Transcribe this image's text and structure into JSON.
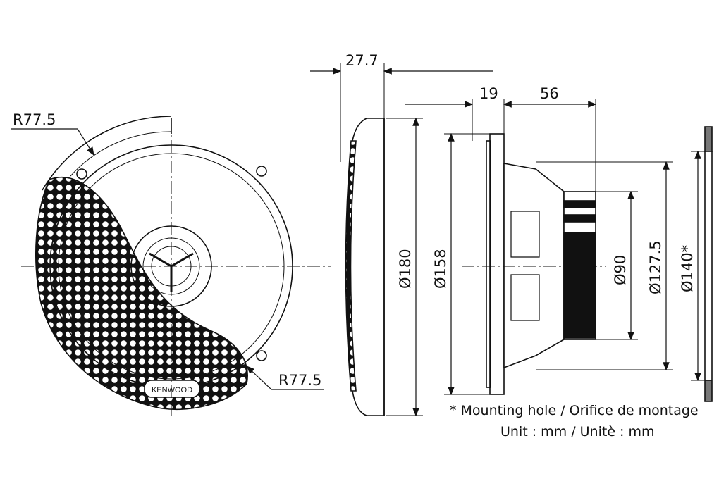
{
  "dimensions": {
    "radius_top": "R77.5",
    "radius_bottom": "R77.5",
    "grille_depth": "27.7",
    "flange_depth": "19",
    "mount_depth": "56",
    "grille_diameter": "Ø180",
    "flange_diameter": "Ø158",
    "magnet_diameter": "Ø90",
    "basket_diameter": "Ø127.5",
    "hole_diameter": "Ø140*"
  },
  "brand": "KENWOOD",
  "notes": {
    "mounting_hole": "* Mounting hole / Orifice de montage",
    "unit": "Unit : mm / Unitè : mm"
  }
}
